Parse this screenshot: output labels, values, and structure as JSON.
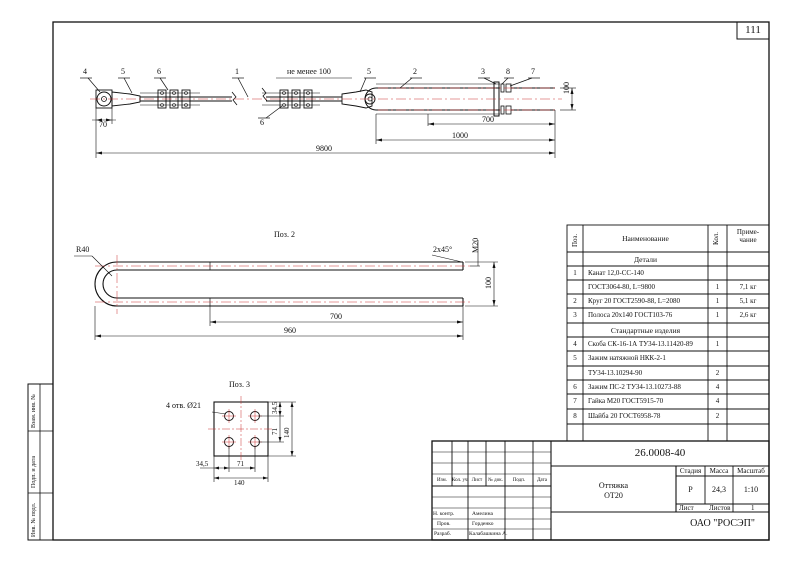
{
  "sheet_number": "111",
  "view1": {
    "callouts": [
      "4",
      "5",
      "6",
      "1",
      "5",
      "2",
      "3",
      "8",
      "7",
      "6"
    ],
    "note": "не менее 100",
    "dims": {
      "d70": "70",
      "d700": "700",
      "d1000": "1000",
      "d9800": "9800",
      "d100": "100"
    }
  },
  "view2": {
    "title": "Поз. 2",
    "radius": "R40",
    "chamfer": "2x45°",
    "thread": "M20",
    "dims": {
      "d700": "700",
      "d960": "960",
      "d100": "100"
    }
  },
  "view3": {
    "title": "Поз. 3",
    "holes": "4 отв. Ø21",
    "dims": {
      "d34_5_right": "34,5",
      "d71_right": "71",
      "d140_right": "140",
      "d34_5_bottom": "34,5",
      "d71_bottom": "71",
      "d140_bottom": "140"
    }
  },
  "spec": {
    "headers": {
      "pos": "Поз.",
      "name": "Наименование",
      "qty": "Кол.",
      "note": "Приме-чание"
    },
    "sections": {
      "details": "Детали",
      "standard": "Стандартные изделия"
    },
    "rows": [
      {
        "pos": "1",
        "name": "Канат 12,0-СС-140",
        "qty": "",
        "note": ""
      },
      {
        "pos": "",
        "name": "ГОСТ3064-80, L=9800",
        "qty": "1",
        "note": "7,1 кг"
      },
      {
        "pos": "2",
        "name": "Круг 20 ГОСТ2590-88, L=2080",
        "qty": "1",
        "note": "5,1 кг"
      },
      {
        "pos": "3",
        "name": "Полоса 20х140 ГОСТ103-76",
        "qty": "1",
        "note": "2,6 кг"
      },
      {
        "pos": "4",
        "name": "Скоба СК-16-1А ТУ34-13.11420-89",
        "qty": "1",
        "note": ""
      },
      {
        "pos": "5",
        "name": "Зажим натяжной НКК-2-1",
        "qty": "",
        "note": ""
      },
      {
        "pos": "",
        "name": "ТУ34-13.10294-90",
        "qty": "2",
        "note": ""
      },
      {
        "pos": "6",
        "name": "Зажим ПС-2 ТУ34-13.10273-88",
        "qty": "4",
        "note": ""
      },
      {
        "pos": "7",
        "name": "Гайка М20 ГОСТ5915-70",
        "qty": "4",
        "note": ""
      },
      {
        "pos": "8",
        "name": "Шайба 20 ГОСТ6958-78",
        "qty": "2",
        "note": ""
      }
    ]
  },
  "title_block": {
    "doc_code": "26.0008-40",
    "name_line1": "Оттяжка",
    "name_line2": "ОТ20",
    "col_headers": [
      "Изм.",
      "Кол. уч.",
      "Лист",
      "№ док.",
      "Подп.",
      "Дата"
    ],
    "roles": [
      "Н. контр.",
      "Пров.",
      "Разраб."
    ],
    "people": [
      "Амелина",
      "Горденко",
      "Калабашкина А."
    ],
    "stage_label": "Стадия",
    "mass_label": "Масса",
    "scale_label": "Масштаб",
    "stage": "Р",
    "mass": "24,3",
    "scale": "1:10",
    "sheet_label": "Лист",
    "sheets_label": "Листов",
    "sheets": "1",
    "company": "ОАО \"РОСЭП\""
  },
  "margin_labels": [
    "Взам. инв. №",
    "Подп. и дата",
    "Инв. № подл."
  ]
}
